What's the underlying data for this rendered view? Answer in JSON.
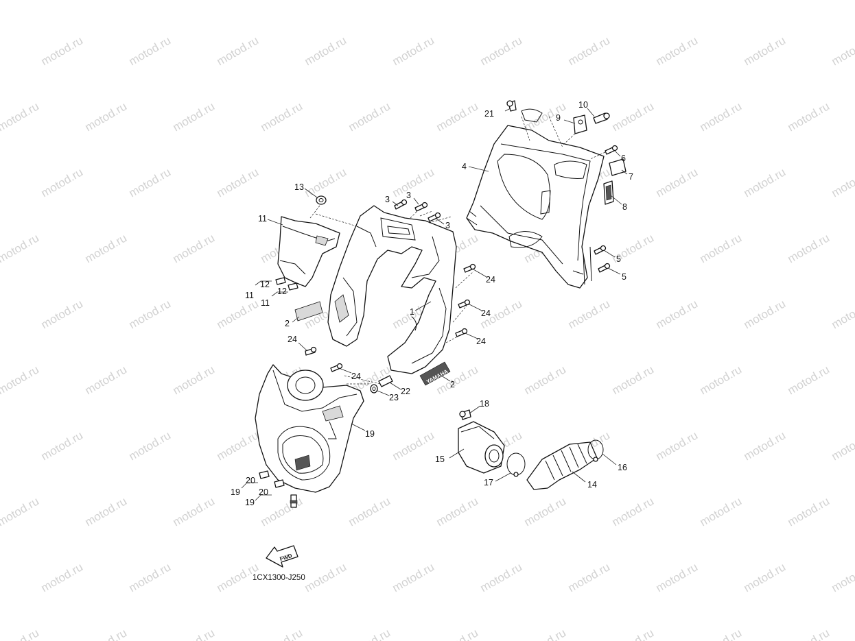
{
  "watermark": {
    "text": "motod.ru"
  },
  "diagram_code": "1CX1300-J250",
  "fwd_arrow": {
    "text": "FWD"
  },
  "yamaha_badge": {
    "text": "YAMAHA"
  },
  "callouts": {
    "c1": "1",
    "c2a": "2",
    "c2b": "2",
    "c3a": "3",
    "c3b": "3",
    "c3c": "3",
    "c4": "4",
    "c5a": "5",
    "c5b": "5",
    "c6": "6",
    "c7": "7",
    "c8": "8",
    "c9": "9",
    "c10": "10",
    "c11a": "11",
    "c11b": "11",
    "c11c": "11",
    "c12a": "12",
    "c12b": "12",
    "c13": "13",
    "c14": "14",
    "c15": "15",
    "c16": "16",
    "c17": "17",
    "c18": "18",
    "c19a": "19",
    "c19b": "19",
    "c19c": "19",
    "c20a": "20",
    "c20b": "20",
    "c21": "21",
    "c22": "22",
    "c23": "23",
    "c24a": "24",
    "c24b": "24",
    "c24c": "24",
    "c24d": "24",
    "c24e": "24"
  },
  "icons": [
    "fwd-arrow-icon",
    "bolt-icon",
    "clamp-icon",
    "grommet-icon"
  ]
}
